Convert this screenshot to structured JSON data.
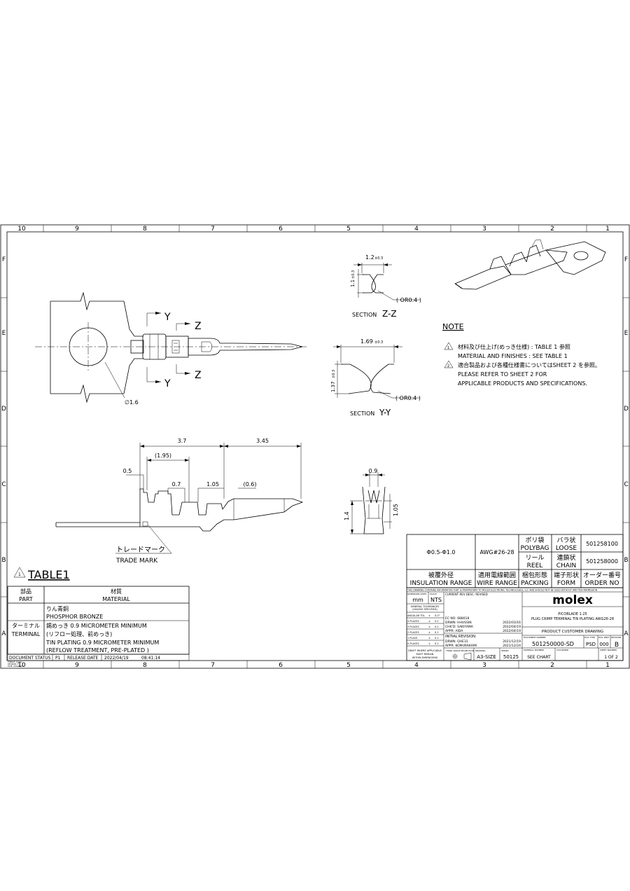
{
  "zones": {
    "columns": [
      "10",
      "9",
      "8",
      "7",
      "6",
      "5",
      "4",
      "3",
      "2",
      "1"
    ],
    "rows": [
      "F",
      "E",
      "D",
      "C",
      "B",
      "A"
    ]
  },
  "views": {
    "top": {
      "section_y": "Y",
      "section_z": "Z",
      "hole_dia": "∅1.6"
    },
    "section_zz": {
      "width": "1.2",
      "width_tol": "±0.3",
      "height": "1.1",
      "height_tol": "±0.3",
      "radius": "( OR0.4 )",
      "title_prefix": "SECTION",
      "title": "Z-Z"
    },
    "section_yy": {
      "width": "1.69",
      "width_tol": "±0.3",
      "height": "1.37",
      "height_tol": "±0.3",
      "radius": "( OR0.4 )",
      "title_prefix": "SECTION",
      "title": "Y-Y"
    },
    "side": {
      "d1": "3.7",
      "d2": "3.45",
      "d3": "(1.95)",
      "d4": "0.5",
      "d5": "0.7",
      "d6": "1.05",
      "d7": "(0.6)",
      "trade_mark_jp": "トレードマーク",
      "trade_mark": "TRADE MARK"
    },
    "front": {
      "width": "0.9",
      "h1": "1.4",
      "h2": "1.05"
    }
  },
  "note": {
    "title": "NOTE",
    "items": [
      {
        "num": "1",
        "jp": "材料及び仕上げ(めっき仕様) : TABLE 1 参照",
        "en": [
          "MATERIAL AND FINISHES : SEE TABLE 1"
        ]
      },
      {
        "num": "2",
        "jp": "適合製品および各種仕様書についてはSHEET 2 を参照。",
        "en": [
          "PLEASE REFER TO SHEET 2 FOR",
          "APPLICABLE PRODUCTS AND SPECIFICATIONS."
        ]
      }
    ]
  },
  "table1": {
    "flag": "1",
    "title": "TABLE1",
    "header": {
      "part_jp": "部品",
      "part": "PART",
      "material_jp": "材質",
      "material": "MATERIAL"
    },
    "part_jp": "ターミナル",
    "part": "TERMINAL",
    "material_jp": "りん青銅",
    "material": "PHOSPHOR BRONZE",
    "plating": [
      "錫めっき 0.9 MICROMETER MINIMUM",
      "(リフロー処理、前めっき)",
      "TIN PLATING 0.9 MICROMETER MINIMUM",
      "(REFLOW TREATMENT, PRE-PLATED )"
    ]
  },
  "order_table": {
    "headers": [
      {
        "jp": "被覆外径",
        "en": "INSULATION RANGE"
      },
      {
        "jp": "適用電線範囲",
        "en": "WIRE RANGE"
      },
      {
        "jp": "梱包形態",
        "en": "PACKING"
      },
      {
        "jp": "端子形状",
        "en": "FORM"
      },
      {
        "jp": "オーダー番号",
        "en": "ORDER NO"
      }
    ],
    "insulation": "Φ0.5-Φ1.0",
    "wire": "AWG#26-28",
    "rows": [
      {
        "packing_jp": "ポリ袋",
        "packing": "POLYBAG",
        "form_jp": "バラ状",
        "form": "LOOSE",
        "order_no": "501258100"
      },
      {
        "packing_jp": "リール",
        "packing": "REEL",
        "form_jp": "連鎖状",
        "form": "CHAIN",
        "order_no": "501258000"
      }
    ]
  },
  "title_block": {
    "proprietary": "THIS DRAWING CONTAINS INFORMATION THAT IS PROPRIETARY TO MOLEX ELECTRONIC TECHNOLOGIES, LLC AND SHOULD NOT BE USED WITHOUT WRITTEN PERMISSION",
    "dim_units_label": "DIMENSION UNITS",
    "scale_label": "SCALE",
    "units": "mm",
    "scale": "NTS",
    "gen_tol": [
      "GENERAL TOLERANCES",
      "(UNLESS SPECIFIED)"
    ],
    "tolerances": [
      {
        "label": "ANGULAR TOL",
        "pm": "±",
        "val": "0.0°"
      },
      {
        "label": "4 PLACES",
        "pm": "±",
        "val": "0.2"
      },
      {
        "label": "3 PLACES",
        "pm": "±",
        "val": "0.2"
      },
      {
        "label": "2 PLACES",
        "pm": "±",
        "val": "0.2"
      },
      {
        "label": "1 PLACE",
        "pm": "±",
        "val": "0.2"
      },
      {
        "label": "0 PLACES",
        "pm": "±",
        "val": "0.2"
      }
    ],
    "draft_note": [
      "DRAFT WHERE APPLICABLE",
      "MUST REMAIN",
      "WITHIN DIMENSIONS"
    ],
    "current_rev": "CURRENT REV DESC: REVISED",
    "ec_no": "EC NO:  688018",
    "drwn": {
      "label": "DRWN:  HHUSSIN",
      "date": "2022/03/16"
    },
    "chkd": {
      "label": "CHK'D:  SAKIYAMA",
      "date": "2022/04/19"
    },
    "appr": {
      "label": "APPR:  AIDA",
      "date": "2022/04/19"
    },
    "initial_revision": "INITIAL REVISION:",
    "init_drwn": {
      "label": "DRWN:  QHE31",
      "date": "2021/12/19"
    },
    "init_appr": {
      "label": "APPR:  KOMURAKAMI",
      "date": "2021/12/24"
    },
    "projection_label": "THIRD ANGLE PROJECTION",
    "drawing_label": "DRAWING",
    "size": "A3-SIZE",
    "series_label": "SERIES",
    "series": "50125",
    "company": "molex",
    "product_title": [
      "PICOBLADE 1.25",
      "PLUG CRIMP TERMINAL TIN PLATING AWG26-28"
    ],
    "drawing_type": "PRODUCT CUSTOMER DRAWING",
    "doc_number_label": "DOCUMENT NUMBER",
    "doc_number": "501250000-SD",
    "doc_type_label": "DOC TYPE",
    "doc_type": "PSD",
    "doc_part_label": "DOC PART",
    "doc_part": "000",
    "revision_label": "REVISION",
    "revision": "B",
    "material_number_label": "MATERIAL NUMBER",
    "material_number": "SEE CHART",
    "customer_label": "CUSTOMER",
    "sheet_number_label": "SHEET NUMBER",
    "sheet": "1 OF 2"
  },
  "status_bar": {
    "doc_status_label": "DOCUMENT STATUS",
    "doc_status": "P1",
    "release_label": "RELEASE DATE",
    "release_date": "2022/04/19",
    "release_time": "08:41:14"
  },
  "format_note": [
    "FORMAT: master-",
    "REVISION: H",
    "DATE: 2021/06/03"
  ]
}
